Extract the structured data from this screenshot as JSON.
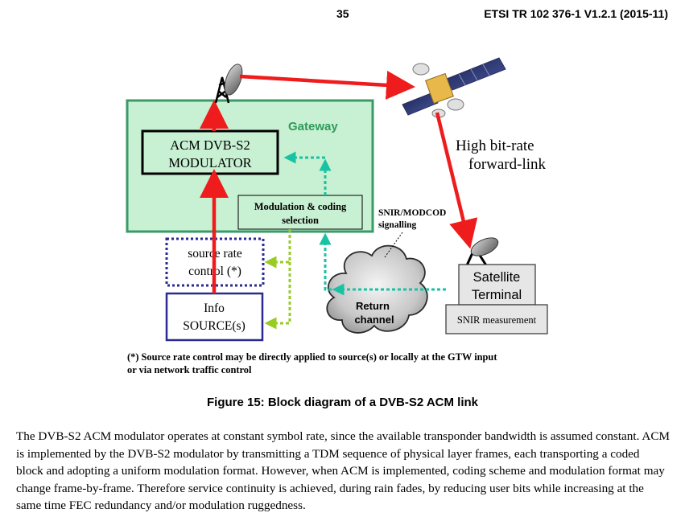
{
  "header": {
    "page_number": "35",
    "doc_id": "ETSI TR 102 376-1 V1.2.1 (2015-11)"
  },
  "diagram": {
    "gateway_label": "Gateway",
    "modulator_line1": "ACM DVB-S2",
    "modulator_line2": "MODULATOR",
    "modcod_line1": "Modulation & coding",
    "modcod_line2": "selection",
    "source_rate_line1": "source rate",
    "source_rate_line2": "control (*)",
    "info_line1": "Info",
    "info_line2": "SOURCE(s)",
    "return_line1": "Return",
    "return_line2": "channel",
    "terminal_line1": "Satellite",
    "terminal_line2": "Terminal",
    "snir_measurement": "SNIR measurement",
    "snir_signalling_line1": "SNIR/MODCOD",
    "snir_signalling_line2": "signalling",
    "forward_line1": "High bit-rate",
    "forward_line2": "forward-link",
    "note_line1": "(*) Source rate control may be directly applied to source(s) or locally at the GTW input",
    "note_line2": "or via network traffic control",
    "colors": {
      "gateway_fill": "#c8f0d2",
      "gateway_border": "#3a9a68",
      "gateway_text": "#2e9a5a",
      "forward_link": "#ee1c1c",
      "signalling_teal": "#19c2a2",
      "source_control": "#99cc22",
      "box_blue": "#2a2a90"
    }
  },
  "figure": {
    "caption": "Figure 15: Block diagram of a DVB-S2 ACM link"
  },
  "body": {
    "paragraph": "The DVB-S2 ACM modulator operates at constant symbol rate, since the available transponder bandwidth is assumed constant. ACM is implemented by the DVB-S2 modulator by transmitting a TDM sequence of physical layer frames, each transporting a coded block and adopting a uniform modulation format. However, when ACM is implemented, coding scheme and modulation format may change frame-by-frame. Therefore service continuity is achieved, during rain fades, by reducing user bits while increasing at the same time FEC redundancy and/or modulation ruggedness."
  }
}
